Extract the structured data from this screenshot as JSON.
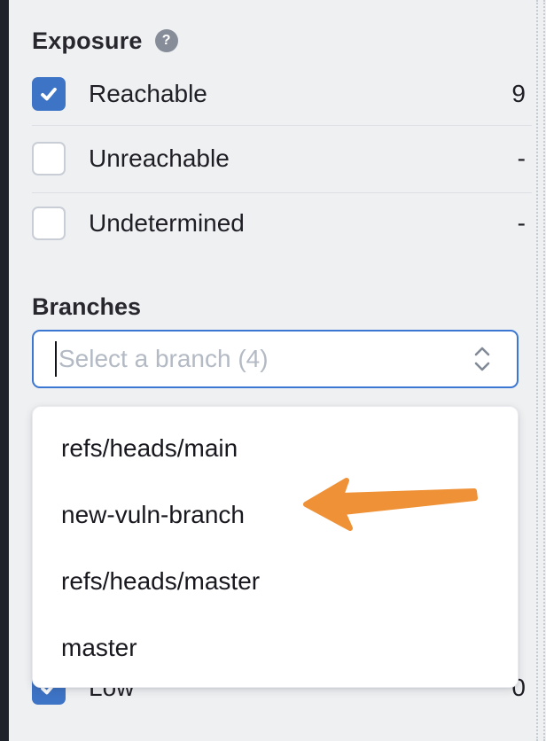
{
  "exposure": {
    "label": "Exposure",
    "help_glyph": "?",
    "options": [
      {
        "label": "Reachable",
        "count": "9",
        "checked": true
      },
      {
        "label": "Unreachable",
        "count": "-",
        "checked": false
      },
      {
        "label": "Undetermined",
        "count": "-",
        "checked": false
      }
    ]
  },
  "branches": {
    "label": "Branches",
    "placeholder": "Select a branch (4)",
    "options": [
      "refs/heads/main",
      "new-vuln-branch",
      "refs/heads/master",
      "master"
    ]
  },
  "severity_partial": {
    "label": "Low",
    "count": "0",
    "checked": true
  },
  "annotation": {
    "type": "arrow",
    "points_to": "new-vuln-branch",
    "color": "#ef9137"
  },
  "colors": {
    "background": "#eef0f2",
    "checkbox_checked": "#3e74c6",
    "input_border": "#3b76d3",
    "left_strip": "#1d222b"
  }
}
